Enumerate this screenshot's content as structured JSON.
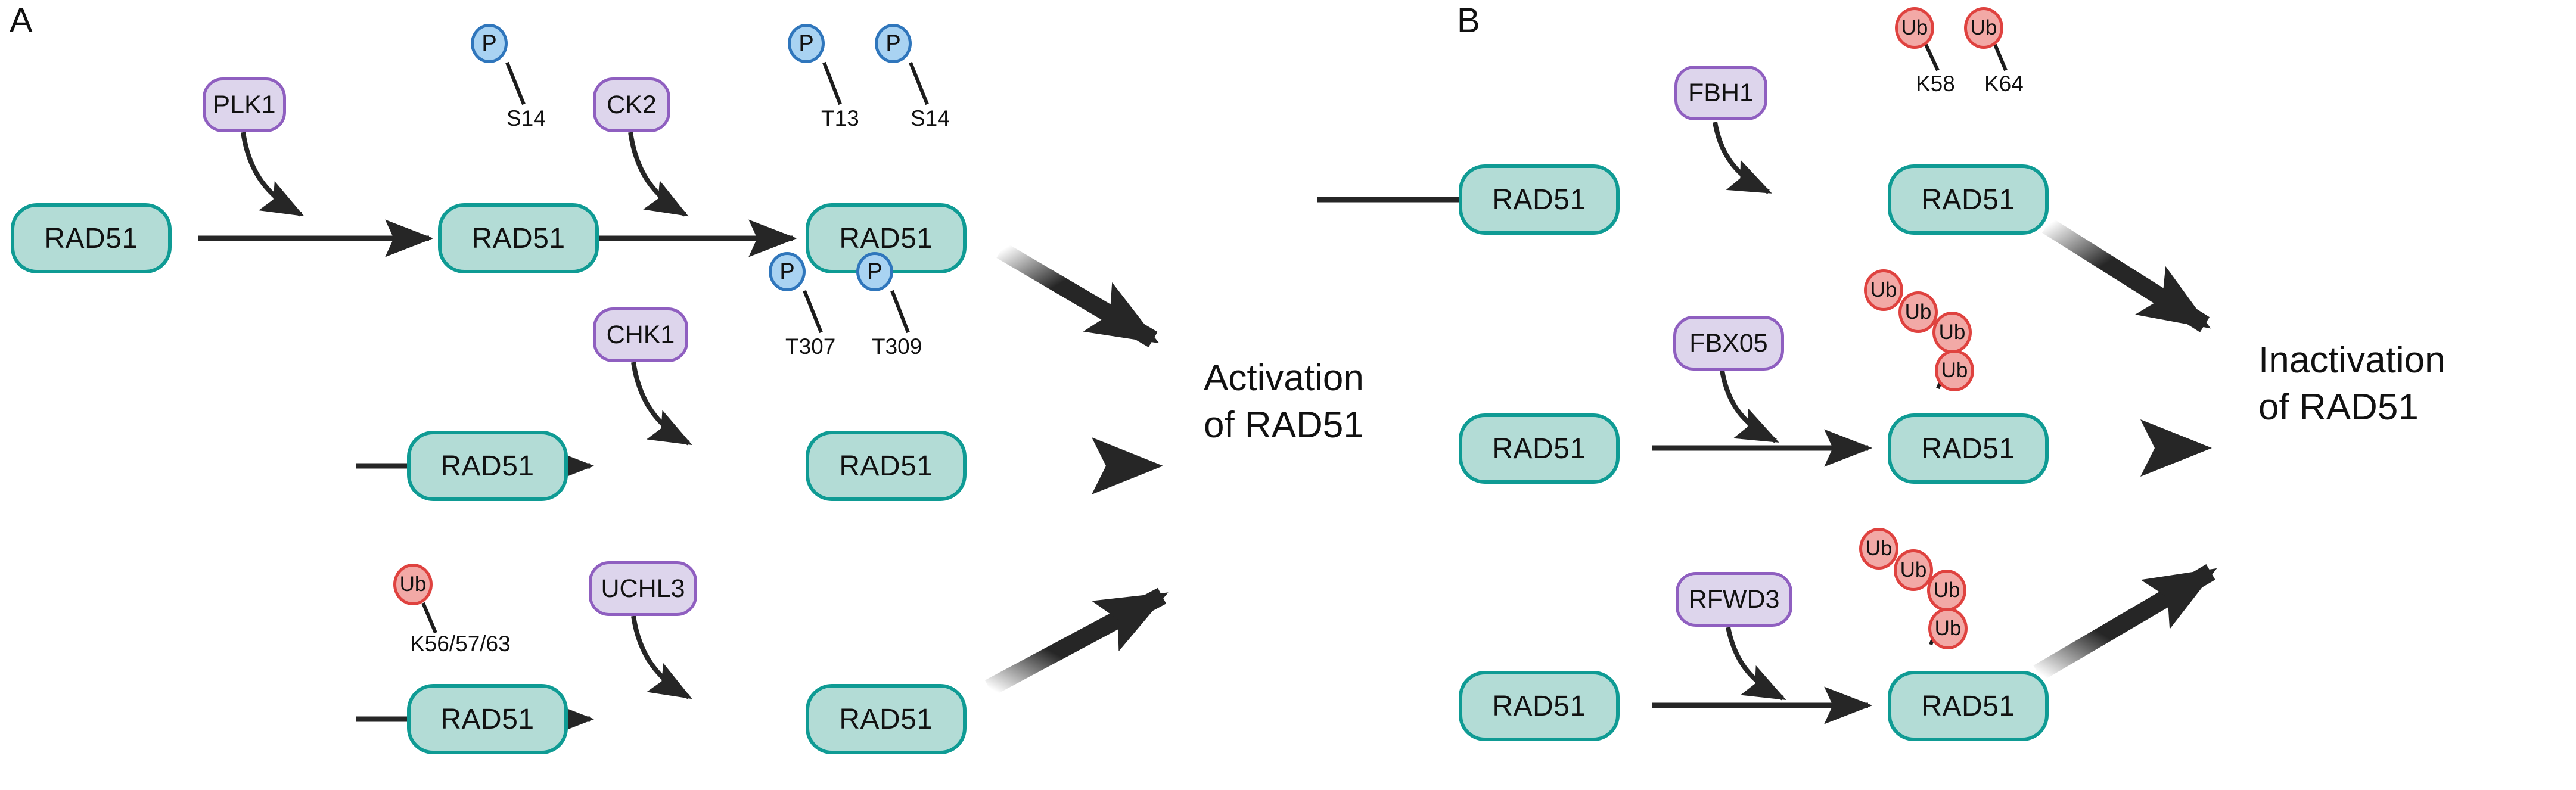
{
  "figure": {
    "panels": [
      {
        "id": "A",
        "label": "A",
        "outcome_line1": "Activation",
        "outcome_line2": "of RAD51",
        "rows": [
          {
            "id": "plk1-ck2-row",
            "nodes": [
              {
                "name": "RAD51",
                "marks": []
              },
              {
                "name": "RAD51",
                "marks": [
                  {
                    "type": "P",
                    "label": "P",
                    "site": "S14"
                  }
                ]
              },
              {
                "name": "RAD51",
                "marks": [
                  {
                    "type": "P",
                    "label": "P",
                    "site": "T13"
                  },
                  {
                    "type": "P",
                    "label": "P",
                    "site": "S14"
                  }
                ]
              }
            ],
            "enzymes": [
              "PLK1",
              "CK2"
            ]
          },
          {
            "id": "chk1-row",
            "nodes": [
              {
                "name": "RAD51",
                "marks": []
              },
              {
                "name": "RAD51",
                "marks": [
                  {
                    "type": "P",
                    "label": "P",
                    "site": "T307"
                  },
                  {
                    "type": "P",
                    "label": "P",
                    "site": "T309"
                  }
                ]
              }
            ],
            "enzymes": [
              "CHK1"
            ]
          },
          {
            "id": "uchl3-row",
            "nodes": [
              {
                "name": "RAD51",
                "marks": [
                  {
                    "type": "Ub",
                    "label": "Ub",
                    "site": "K56/57/63"
                  }
                ]
              },
              {
                "name": "RAD51",
                "marks": []
              }
            ],
            "enzymes": [
              "UCHL3"
            ]
          }
        ]
      },
      {
        "id": "B",
        "label": "B",
        "outcome_line1": "Inactivation",
        "outcome_line2": "of RAD51",
        "rows": [
          {
            "id": "fbh1-row",
            "nodes": [
              {
                "name": "RAD51",
                "marks": []
              },
              {
                "name": "RAD51",
                "marks": [
                  {
                    "type": "Ub",
                    "label": "Ub",
                    "site": "K58"
                  },
                  {
                    "type": "Ub",
                    "label": "Ub",
                    "site": "K64"
                  }
                ]
              }
            ],
            "enzymes": [
              "FBH1"
            ]
          },
          {
            "id": "fbx05-row",
            "nodes": [
              {
                "name": "RAD51",
                "marks": []
              },
              {
                "name": "RAD51",
                "marks": [
                  {
                    "type": "Ub",
                    "label": "Ub"
                  },
                  {
                    "type": "Ub",
                    "label": "Ub"
                  },
                  {
                    "type": "Ub",
                    "label": "Ub"
                  },
                  {
                    "type": "Ub",
                    "label": "Ub"
                  }
                ]
              }
            ],
            "enzymes": [
              "FBX05"
            ]
          },
          {
            "id": "rfwd3-row",
            "nodes": [
              {
                "name": "RAD51",
                "marks": []
              },
              {
                "name": "RAD51",
                "marks": [
                  {
                    "type": "Ub",
                    "label": "Ub"
                  },
                  {
                    "type": "Ub",
                    "label": "Ub"
                  },
                  {
                    "type": "Ub",
                    "label": "Ub"
                  },
                  {
                    "type": "Ub",
                    "label": "Ub"
                  }
                ]
              }
            ],
            "enzymes": [
              "RFWD3"
            ]
          }
        ]
      }
    ],
    "colors": {
      "protein_fill": "#b3dcd6",
      "protein_stroke": "#0f9b94",
      "enzyme_fill": "#ddd5ec",
      "enzyme_stroke": "#8f5fc0",
      "phospho_fill": "#a9d3f2",
      "phospho_stroke": "#2f76bc",
      "ubiquitin_fill": "#f2a9a6",
      "ubiquitin_stroke": "#df423f",
      "arrow": "#262626",
      "text": "#111111",
      "background": "#ffffff"
    },
    "labels": {
      "rad51": "RAD51",
      "p": "P",
      "ub": "Ub",
      "plk1": "PLK1",
      "ck2": "CK2",
      "chk1": "CHK1",
      "uchl3": "UCHL3",
      "fbh1": "FBH1",
      "fbx05": "FBX05",
      "rfwd3": "RFWD3",
      "s14_a": "S14",
      "t13": "T13",
      "s14_b": "S14",
      "t307": "T307",
      "t309": "T309",
      "k56_57_63": "K56/57/63",
      "k58": "K58",
      "k64": "K64",
      "panel_a": "A",
      "panel_b": "B",
      "activation_1": "Activation",
      "activation_2": "of RAD51",
      "inactivation_1": "Inactivation",
      "inactivation_2": "of RAD51"
    }
  }
}
